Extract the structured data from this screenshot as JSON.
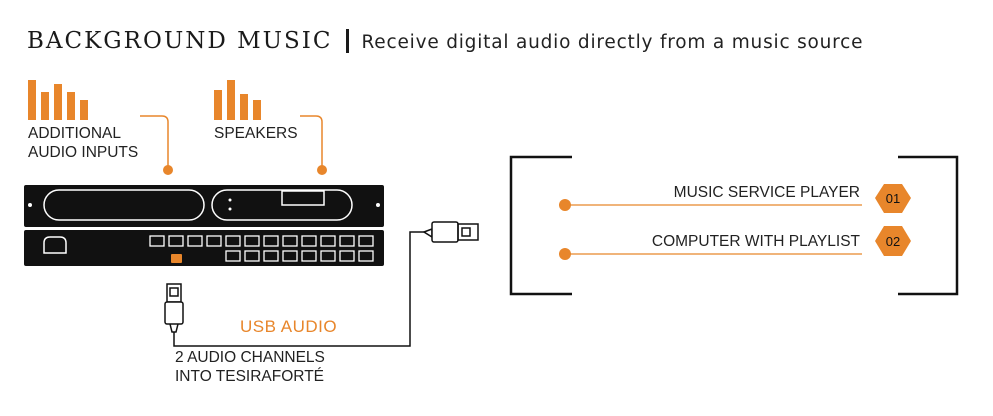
{
  "header": {
    "title": "BACKGROUND MUSIC",
    "subtitle": "Receive digital audio directly from a music source"
  },
  "inputs_label": {
    "line1": "ADDITIONAL",
    "line2": "AUDIO INPUTS"
  },
  "speakers_label": "SPEAKERS",
  "usb_label": "USB AUDIO",
  "channels_label": {
    "line1": "2 AUDIO CHANNELS",
    "line2": "INTO TESIRAFORTÉ"
  },
  "sources": [
    {
      "label": "MUSIC SERVICE PLAYER",
      "number": "01"
    },
    {
      "label": "COMPUTER WITH PLAYLIST",
      "number": "02"
    }
  ],
  "colors": {
    "accent": "#e8862b",
    "ink": "#1a1a1a",
    "background": "#ffffff"
  }
}
